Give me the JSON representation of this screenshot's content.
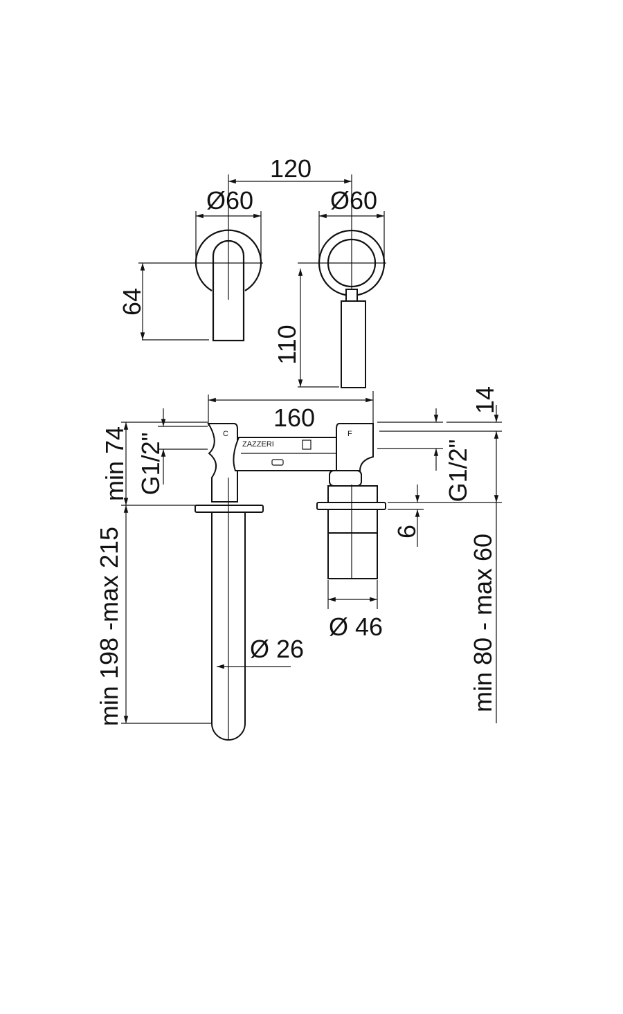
{
  "dimensions": {
    "spacing_top": "120",
    "diameter_left_plate": "Ø60",
    "diameter_right_plate": "Ø60",
    "left_lever_height": "64",
    "right_handle_length": "110",
    "body_width": "160",
    "left_min_depth": "min 74",
    "left_thread": "G1/2\"",
    "right_thread": "G1/2\"",
    "right_offset": "14",
    "spout_projection": "min 198 -max 215",
    "flange_thickness": "6",
    "cartridge_diameter": "Ø 46",
    "spout_diameter": "Ø 26",
    "wall_depth": "min 80 - max 60"
  },
  "body_markings": {
    "hot": "C",
    "cold": "F",
    "brand": "ZAZZERI"
  },
  "colors": {
    "line": "#111111",
    "background": "#ffffff"
  }
}
